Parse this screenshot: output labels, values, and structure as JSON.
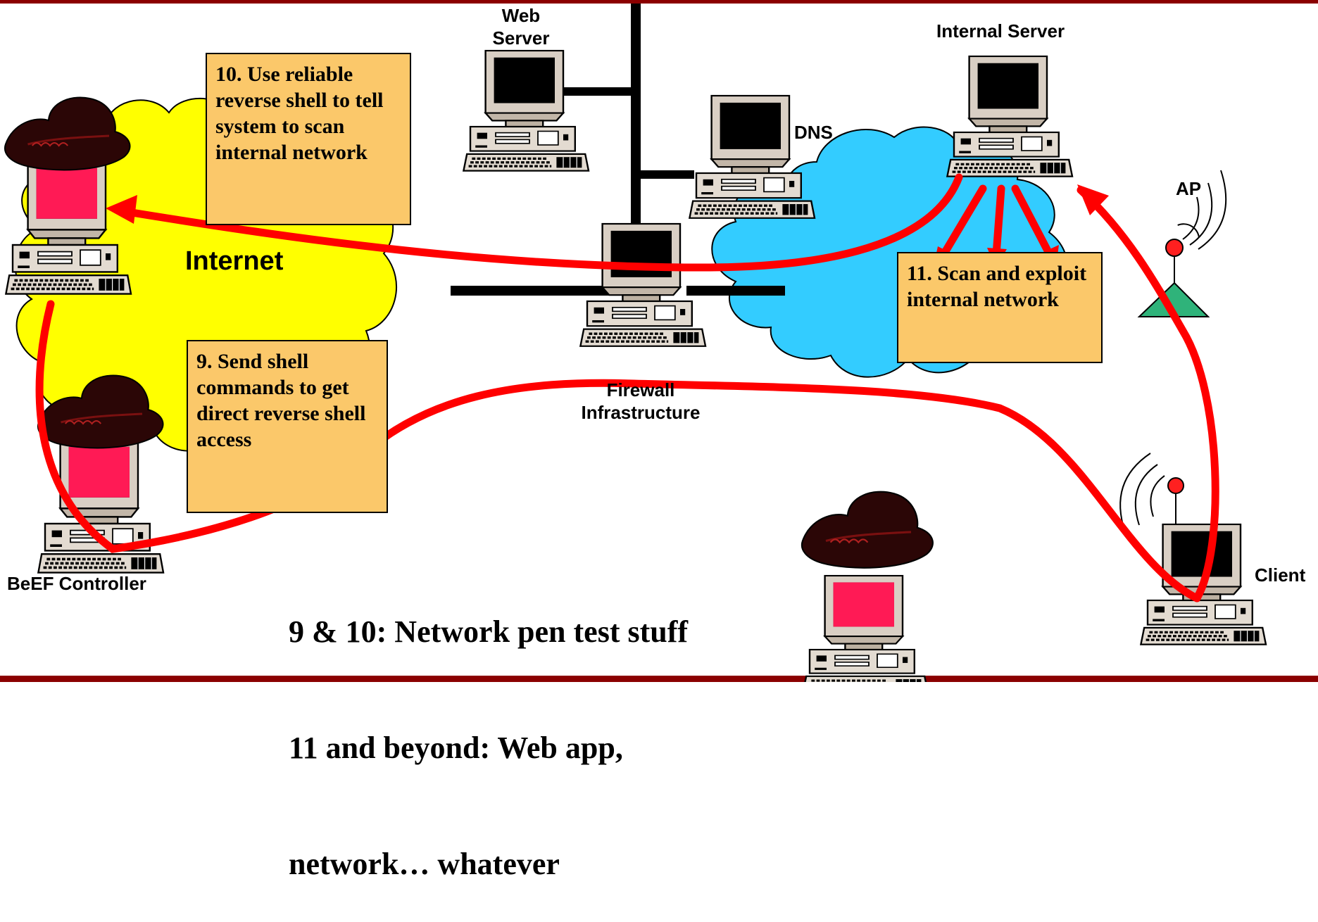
{
  "labels": {
    "web_server": "Web\nServer",
    "internal_server": "Internal Server",
    "dns": "DNS",
    "internet": "Internet",
    "ap": "AP",
    "firewall": "Firewall\nInfrastructure",
    "beef_controller": "BeEF Controller",
    "client": "Client"
  },
  "notes": {
    "step10": "10. Use reliable reverse shell to tell system to scan internal network",
    "step9": "9. Send shell commands to get direct reverse shell access",
    "step11": "11. Scan and exploit internal network"
  },
  "summary": {
    "line1": "9 & 10: Network pen test stuff",
    "line2": "11 and beyond: Web app,",
    "line3": "network… whatever"
  },
  "colors": {
    "frame_red": "#8b0000",
    "internet_cloud": "#ffff00",
    "internal_cloud": "#33ccff",
    "note_fill": "#fbc86a",
    "arrow_red": "#ff0000",
    "screen_attacker": "#ff1a55",
    "hat": "#3a0a0a",
    "ap_triangle": "#2fb37a"
  },
  "icons": [
    "computer-icon",
    "attacker-hat-icon",
    "wireless-antenna-icon",
    "signal-waves-icon"
  ]
}
